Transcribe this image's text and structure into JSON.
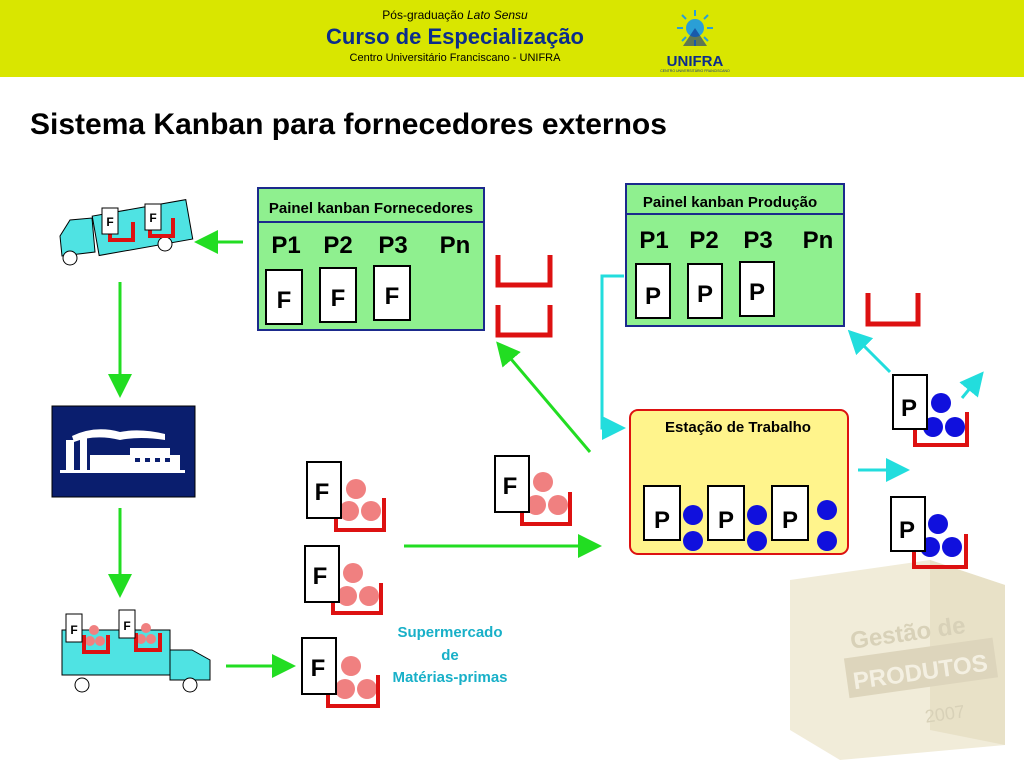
{
  "header": {
    "subtitle_prefix": "Pós-graduação",
    "subtitle_italic": "Lato Sensu",
    "course": "Curso de Especialização",
    "institution": "Centro Universitário Franciscano -  UNIFRA",
    "logo_text": "UNIFRA",
    "logo_sub": "CENTRO UNIVERSITÁRIO FRANCISCANO"
  },
  "slide": {
    "title": "Sistema Kanban para fornecedores externos"
  },
  "panel_suppliers": {
    "title": "Painel kanban Fornecedores",
    "columns": [
      "P1",
      "P2",
      "P3",
      "Pn"
    ],
    "cards": [
      "F",
      "F",
      "F"
    ]
  },
  "panel_production": {
    "title": "Painel kanban Produção",
    "columns": [
      "P1",
      "P2",
      "P3",
      "Pn"
    ],
    "cards": [
      "P",
      "P",
      "P"
    ]
  },
  "workstation": {
    "title": "Estação de Trabalho",
    "cards": [
      "P",
      "P",
      "P"
    ]
  },
  "supermarket": {
    "label_line1": "Supermercado",
    "label_line2": "de",
    "label_line3": "Matérias-primas"
  },
  "truck_cards": {
    "top": [
      "F",
      "F"
    ],
    "bottom": [
      "F",
      "F"
    ]
  },
  "bins_f": {
    "card": "F"
  },
  "bins_p": {
    "card": "P"
  },
  "watermark": {
    "line1": "Gestão de",
    "line2": "PRODUTOS",
    "year": "2007"
  },
  "colors": {
    "header_bg": "#d9e600",
    "panel_fill": "#8ff08f",
    "panel_border": "#1b2a8c",
    "arrow_green": "#22dd22",
    "arrow_cyan": "#22dddd",
    "bin_red": "#dd1111",
    "ball_pink": "#f08080",
    "ball_blue": "#1010dd",
    "workstation_fill": "#fff48c"
  }
}
